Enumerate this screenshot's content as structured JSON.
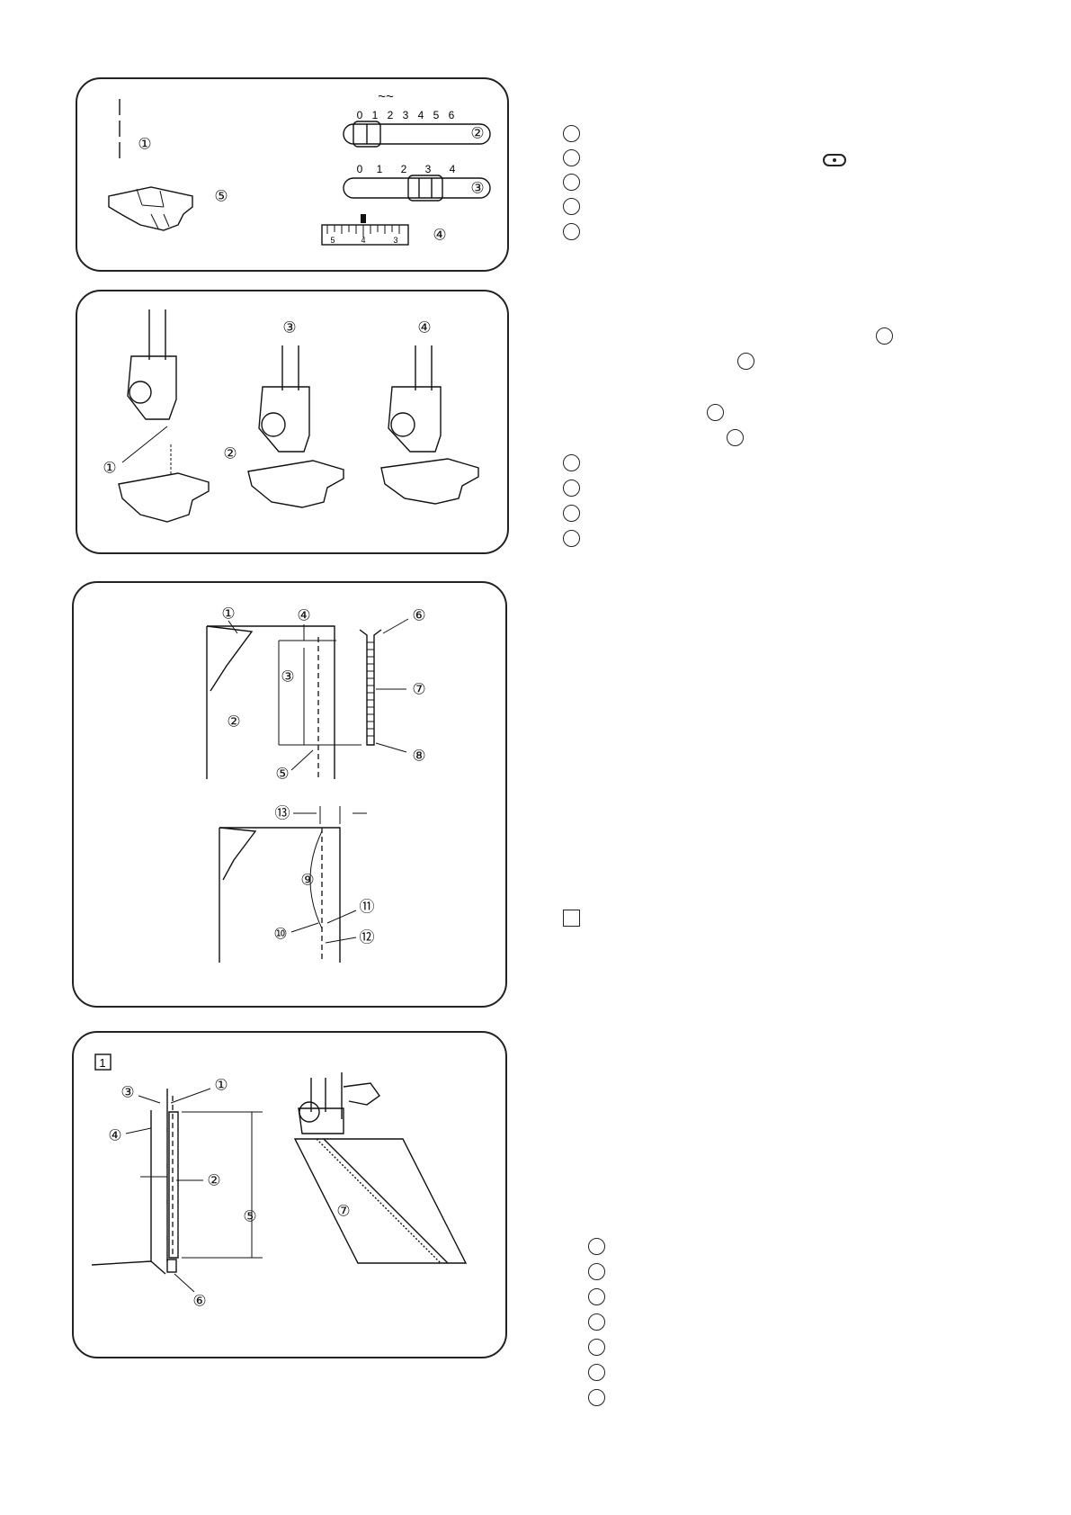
{
  "panel1": {
    "labels": [
      "①",
      "②",
      "③",
      "④",
      "⑤"
    ],
    "width_scale": [
      "0",
      "1",
      "2",
      "3",
      "4",
      "5",
      "6"
    ],
    "length_scale": [
      "0",
      "1",
      "2",
      "3",
      "4"
    ],
    "tension_dial": [
      "5",
      "4",
      "3"
    ]
  },
  "panel2": {
    "labels": [
      "①",
      "②",
      "③",
      "④"
    ]
  },
  "panel3": {
    "labels": [
      "①",
      "②",
      "③",
      "④",
      "⑤",
      "⑥",
      "⑦",
      "⑧",
      "⑨",
      "⑩",
      "⑪",
      "⑫",
      "⑬"
    ]
  },
  "panel4": {
    "step_box": "1",
    "labels": [
      "①",
      "②",
      "③",
      "④",
      "⑤",
      "⑥",
      "⑦"
    ]
  },
  "right_column": {
    "markers_group1": 5,
    "markers_group2": 8,
    "markers_group3": 7,
    "step_square": 1,
    "icon": "needle-position-icon"
  }
}
